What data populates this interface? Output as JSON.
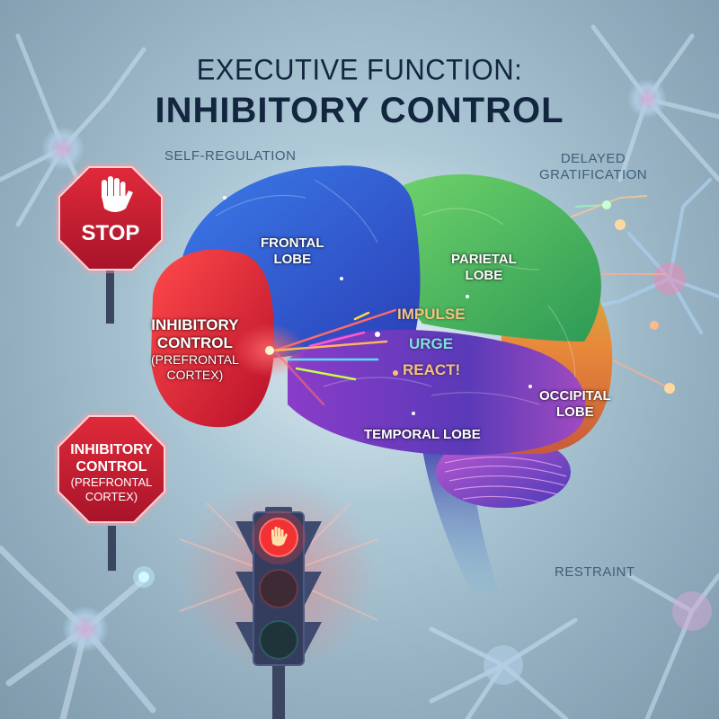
{
  "title": {
    "line1": "EXECUTIVE FUNCTION:",
    "line2": "INHIBITORY CONTROL"
  },
  "concepts": {
    "self_regulation": "SELF-REGULATION",
    "delayed_gratification_line1": "DELAYED",
    "delayed_gratification_line2": "GRATIFICATION",
    "restraint": "RESTRAINT"
  },
  "brain": {
    "frontal_line1": "FRONTAL",
    "frontal_line2": "LOBE",
    "parietal_line1": "PARIETAL",
    "parietal_line2": "LOBE",
    "occipital_line1": "OCCIPITAL",
    "occipital_line2": "LOBE",
    "temporal": "TEMPORAL LOBE",
    "inhibitory_line1": "INHIBITORY",
    "inhibitory_line2": "CONTROL",
    "inhibitory_line3": "(PREFRONTAL",
    "inhibitory_line4": "CORTEX)"
  },
  "signals": {
    "impulse": "IMPULSE",
    "urge": "URGE",
    "react": "REACT!"
  },
  "stop_sign_top": {
    "icon": "raised-hand-icon",
    "label": "STOP"
  },
  "stop_sign_bottom": {
    "line1": "INHIBITORY",
    "line2": "CONTROL",
    "line3": "(PREFRONTAL",
    "line4": "CORTEX)"
  },
  "traffic_light": {
    "active": "red",
    "red_icon": "raised-hand-icon"
  },
  "colors": {
    "title": "#14263f",
    "concept_text": "#3e5f78",
    "stop_red": "#c8192b",
    "frontal_blue": "#2f5fd6",
    "parietal_green": "#3fb85a",
    "temporal_purple": "#6a3fc4",
    "occipital_orange": "#e88a3a",
    "impulse_text": "#f4c27d",
    "urge_text": "#7fe2dc"
  }
}
